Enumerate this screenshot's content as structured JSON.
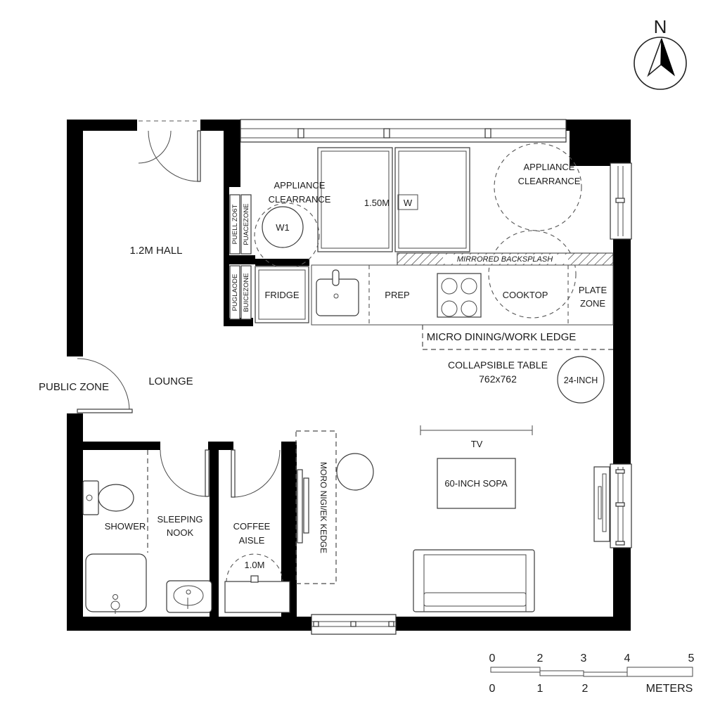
{
  "north_label": "N",
  "rooms": {
    "hall": "1.2M HALL",
    "public_zone": "PUBLIC ZONE",
    "lounge": "LOUNGE",
    "shower": "SHOWER",
    "sleeping_nook_line1": "SLEEPING",
    "sleeping_nook_line2": "NOOK",
    "coffee_aisle_line1": "COFFEE",
    "coffee_aisle_line2": "AISLE",
    "coffee_clearance": "1.0M"
  },
  "kitchen": {
    "appliance_clearance_left_line1": "APPLIANCE",
    "appliance_clearance_left_line2": "CLEARRANCE",
    "appliance_clearance_right_line1": "APPLIANCE",
    "appliance_clearance_right_line2": "CLEARRANCE",
    "w1": "W1",
    "width_label": "1.50M",
    "washer_box": "W",
    "fridge": "FRIDGE",
    "prep": "PREP",
    "cooktop": "COOKTOP",
    "plate_zone_line1": "PLATE",
    "plate_zone_line2": "ZONE",
    "backsplash": "MIRRORED BACKSPLASH",
    "strip_top_1": "PUELL ZO6T",
    "strip_top_2": "PUACEZONE",
    "strip_bottom_1": "PUGLAODE",
    "strip_bottom_2": "BUICEZONE"
  },
  "dining": {
    "ledge": "MICRO DINING/WORK LEDGE",
    "table_line1": "COLLAPSIBLE TABLE",
    "table_line2": "762x762",
    "stool": "24-INCH",
    "vertical_ledge": "MORO NIGI/EK KEDGE"
  },
  "living": {
    "tv": "TV",
    "sofa_box": "60-INCH SOPA"
  },
  "scale_bar": {
    "top_ticks": [
      "0",
      "2",
      "3",
      "4",
      "5"
    ],
    "bottom_ticks": [
      "0",
      "1",
      "2"
    ],
    "unit": "METERS"
  }
}
